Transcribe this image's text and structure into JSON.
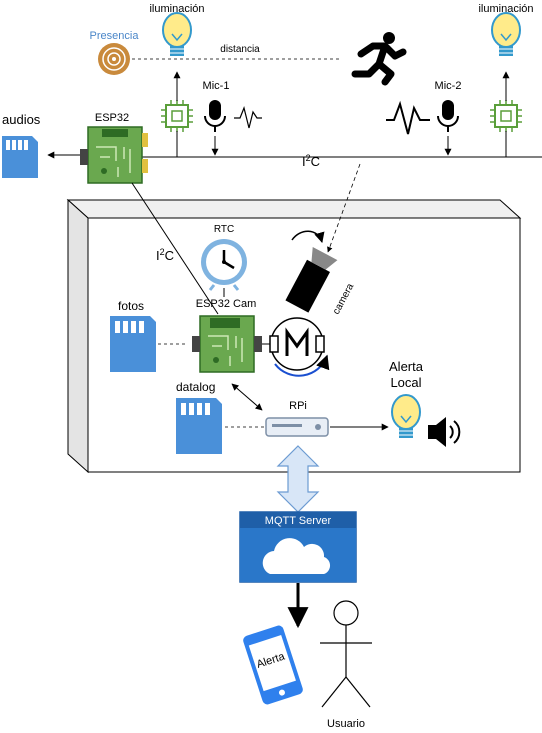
{
  "labels": {
    "illumination_left": "iluminación",
    "illumination_right": "iluminación",
    "presence": "Presencia",
    "distance": "distancia",
    "mic1": "Mic-1",
    "mic2": "Mic-2",
    "audios": "audios",
    "esp32": "ESP32",
    "i2c_top_base": "I",
    "i2c_top_sup": "2",
    "i2c_top_tail": "C",
    "i2c_mid_base": "I",
    "i2c_mid_sup": "2",
    "i2c_mid_tail": "C",
    "rtc": "RTC",
    "camera": "camera",
    "fotos": "fotos",
    "esp32_cam": "ESP32 Cam",
    "datalog": "datalog",
    "rpi": "RPi",
    "local_alert_line1": "Alerta",
    "local_alert_line2": "Local",
    "mqtt_server": "MQTT Server",
    "phone_alert": "Alerta",
    "user": "Usuario"
  },
  "colors": {
    "presence_label": "#4a86c8",
    "bulb_fill": "#ffeb8a",
    "bulb_base": "#3399cc",
    "board_green": "#6aa84f",
    "board_dark": "#2e6b24",
    "sd_blue": "#4a90d9",
    "mqtt_blue": "#1f5fa8",
    "arrow_fill": "#d8e6f7",
    "arrow_stroke": "#6c9bd2",
    "phone_blue": "#2f80ed"
  },
  "icons": [
    "bulb-icon",
    "presence-sensor-icon",
    "running-person-icon",
    "microphone-icon",
    "sound-wave-icon",
    "mic-chip-icon",
    "sd-card-icon",
    "esp32-board-icon",
    "clock-icon",
    "camera-icon",
    "motor-icon",
    "rpi-router-icon",
    "speaker-icon",
    "cloud-icon",
    "phone-icon",
    "stick-figure-icon"
  ]
}
